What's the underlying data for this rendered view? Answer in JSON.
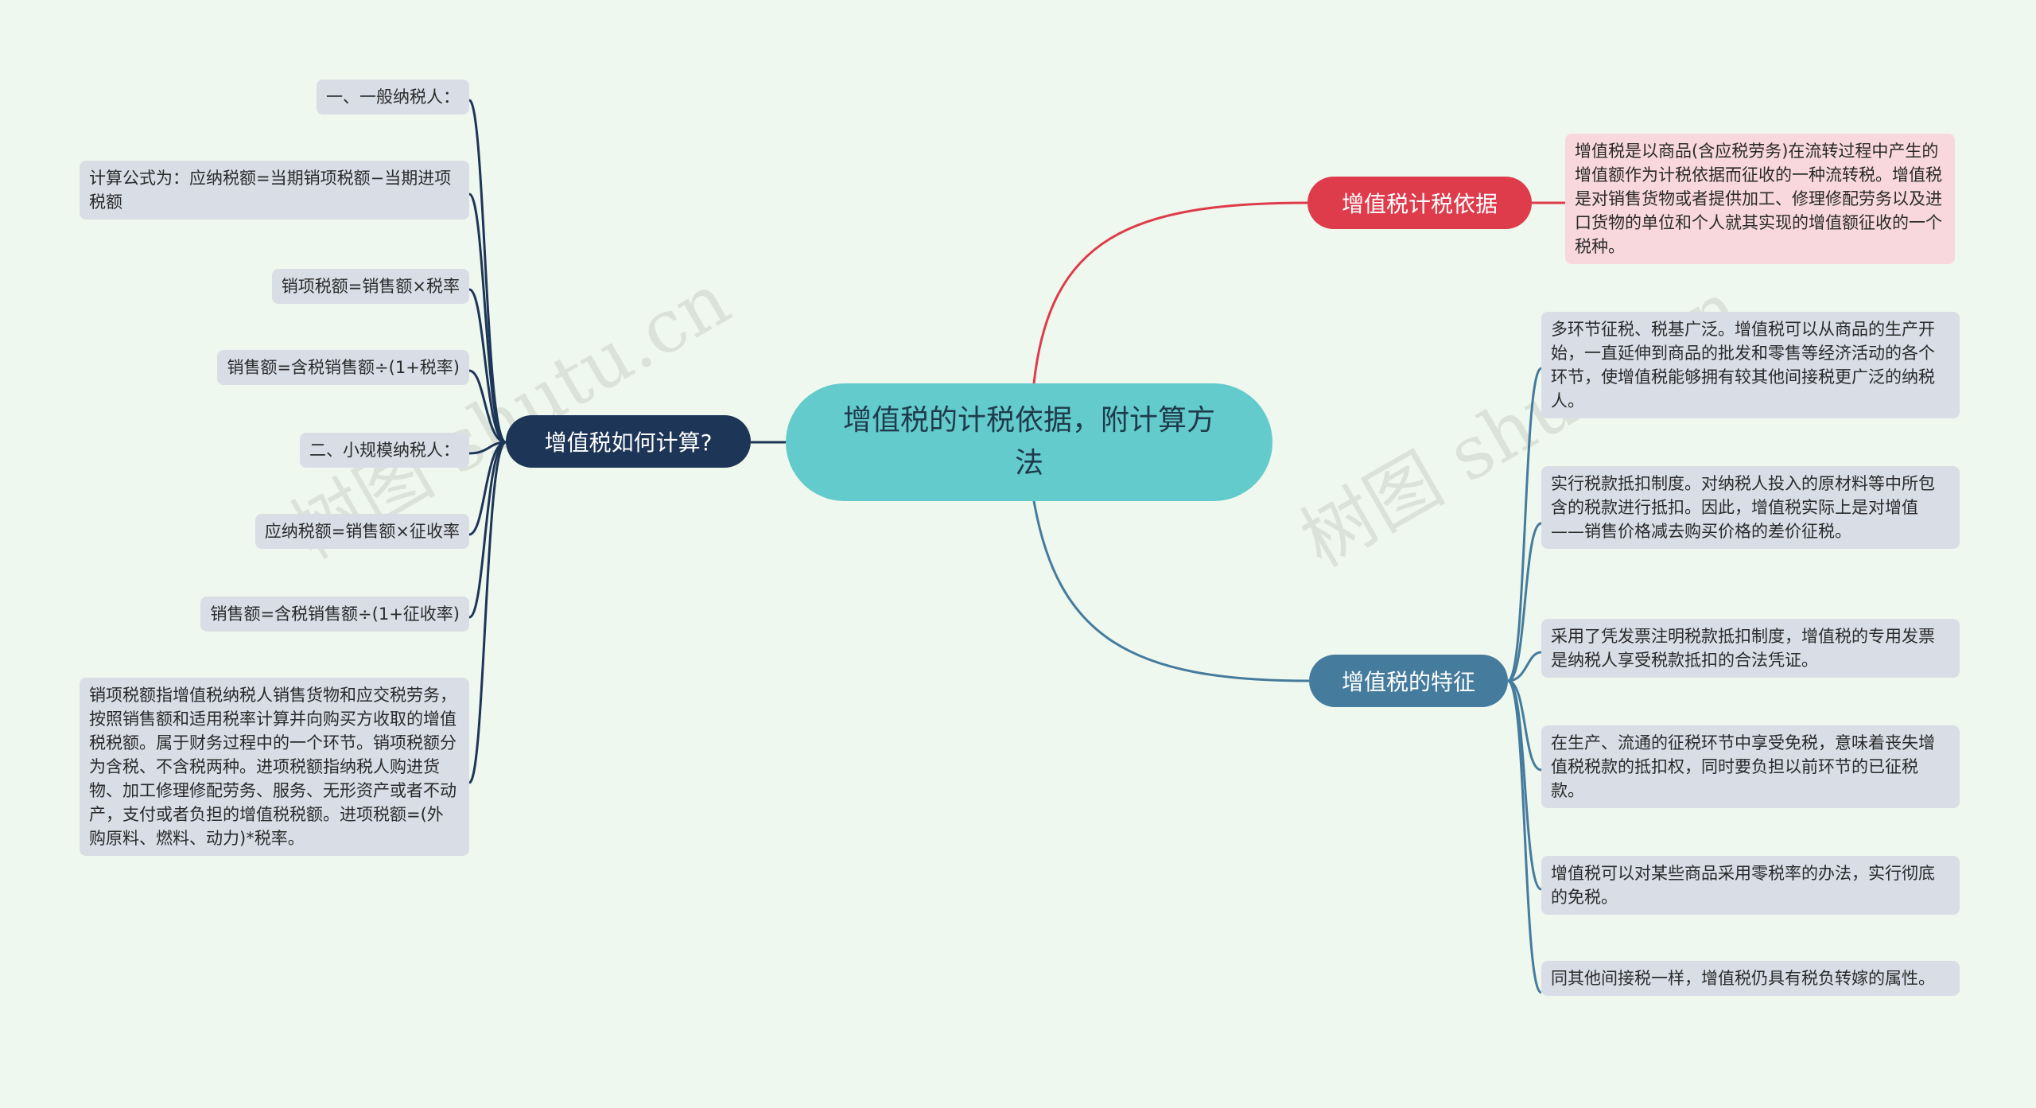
{
  "root": {
    "title": "增值税的计税依据，附计算方法"
  },
  "branches": {
    "left": "增值税如何计算?",
    "tax_basis": "增值税计税依据",
    "features": "增值税的特征"
  },
  "tax_basis_leaf": "增值税是以商品(含应税劳务)在流转过程中产生的增值额作为计税依据而征收的一种流转税。增值税是对销售货物或者提供加工、修理修配劳务以及进口货物的单位和个人就其实现的增值额征收的一个税种。",
  "calc_leaves": [
    "一、一般纳税人：",
    "计算公式为：应纳税额=当期销项税额−当期进项税额",
    "销项税额=销售额×税率",
    "销售额=含税销售额÷(1+税率)",
    "二、小规模纳税人：",
    "应纳税额=销售额×征收率",
    "销售额=含税销售额÷(1+征收率)",
    "销项税额指增值税纳税人销售货物和应交税劳务，按照销售额和适用税率计算并向购买方收取的增值税税额。属于财务过程中的一个环节。销项税额分为含税、不含税两种。进项税额指纳税人购进货物、加工修理修配劳务、服务、无形资产或者不动产，支付或者负担的增值税税额。进项税额=(外购原料、燃料、动力)*税率。"
  ],
  "feature_leaves": [
    "多环节征税、税基广泛。增值税可以从商品的生产开始，一直延伸到商品的批发和零售等经济活动的各个环节，使增值税能够拥有较其他间接税更广泛的纳税人。",
    "实行税款抵扣制度。对纳税人投入的原材料等中所包含的税款进行抵扣。因此，增值税实际上是对增值——销售价格减去购买价格的差价征税。",
    "采用了凭发票注明税款抵扣制度，增值税的专用发票是纳税人享受税款抵扣的合法凭证。",
    "在生产、流通的征税环节中享受免税，意味着丧失增值税税款的抵扣权，同时要负担以前环节的已征税款。",
    "增值税可以对某些商品采用零税率的办法，实行彻底的免税。",
    "同其他间接税一样，增值税仍具有税负转嫁的属性。"
  ],
  "watermark": "树图 shutu.cn",
  "colors": {
    "background": "#eff8ee",
    "root": "#63cbcc",
    "left_branch": "#1d3557",
    "red_branch": "#de3b4b",
    "blue_branch": "#457b9d",
    "leaf": "#d9dee6",
    "pink_leaf": "#f8d8dc"
  }
}
